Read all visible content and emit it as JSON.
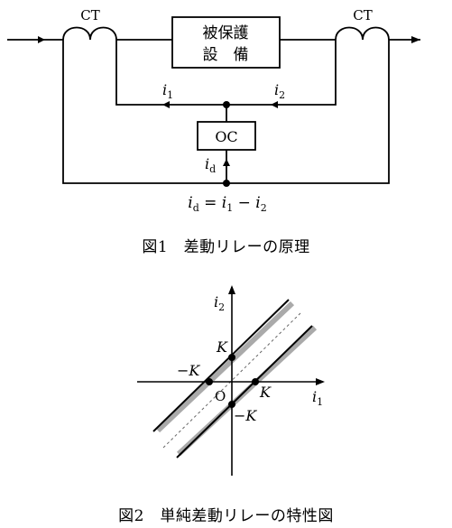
{
  "fig1": {
    "ct_left": "CT",
    "ct_right": "CT",
    "equipment_line1": "被保護",
    "equipment_line2": "設　備",
    "oc": "OC",
    "i1": "i",
    "i1_sub": "1",
    "i2": "i",
    "i2_sub": "2",
    "id": "i",
    "id_sub": "d",
    "formula": {
      "lhs": "i",
      "lhs_sub": "d",
      "eq": " = ",
      "a": "i",
      "a_sub": "1",
      "minus": " − ",
      "b": "i",
      "b_sub": "2"
    },
    "caption": "図1　差動リレーの原理"
  },
  "fig2": {
    "axis_y": "i",
    "axis_y_sub": "2",
    "axis_x": "i",
    "axis_x_sub": "1",
    "origin": "O",
    "k_y": "K",
    "k_x": "K",
    "neg_k_x": "−K",
    "neg_k_y": "−K",
    "caption": "図2　単純差動リレーの特性図"
  }
}
